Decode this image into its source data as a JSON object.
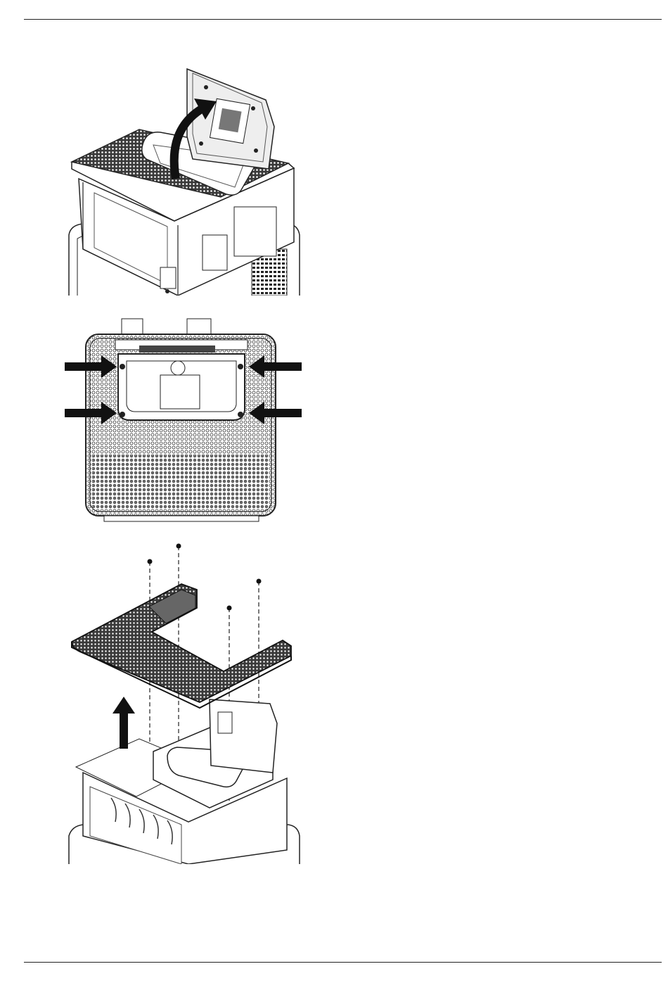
{
  "page": {
    "figures": [
      {
        "id": "fig-1",
        "icon": "open-lid-illustration"
      },
      {
        "id": "fig-2",
        "icon": "top-view-screws-illustration"
      },
      {
        "id": "fig-3",
        "icon": "remove-top-panel-illustration"
      }
    ]
  }
}
